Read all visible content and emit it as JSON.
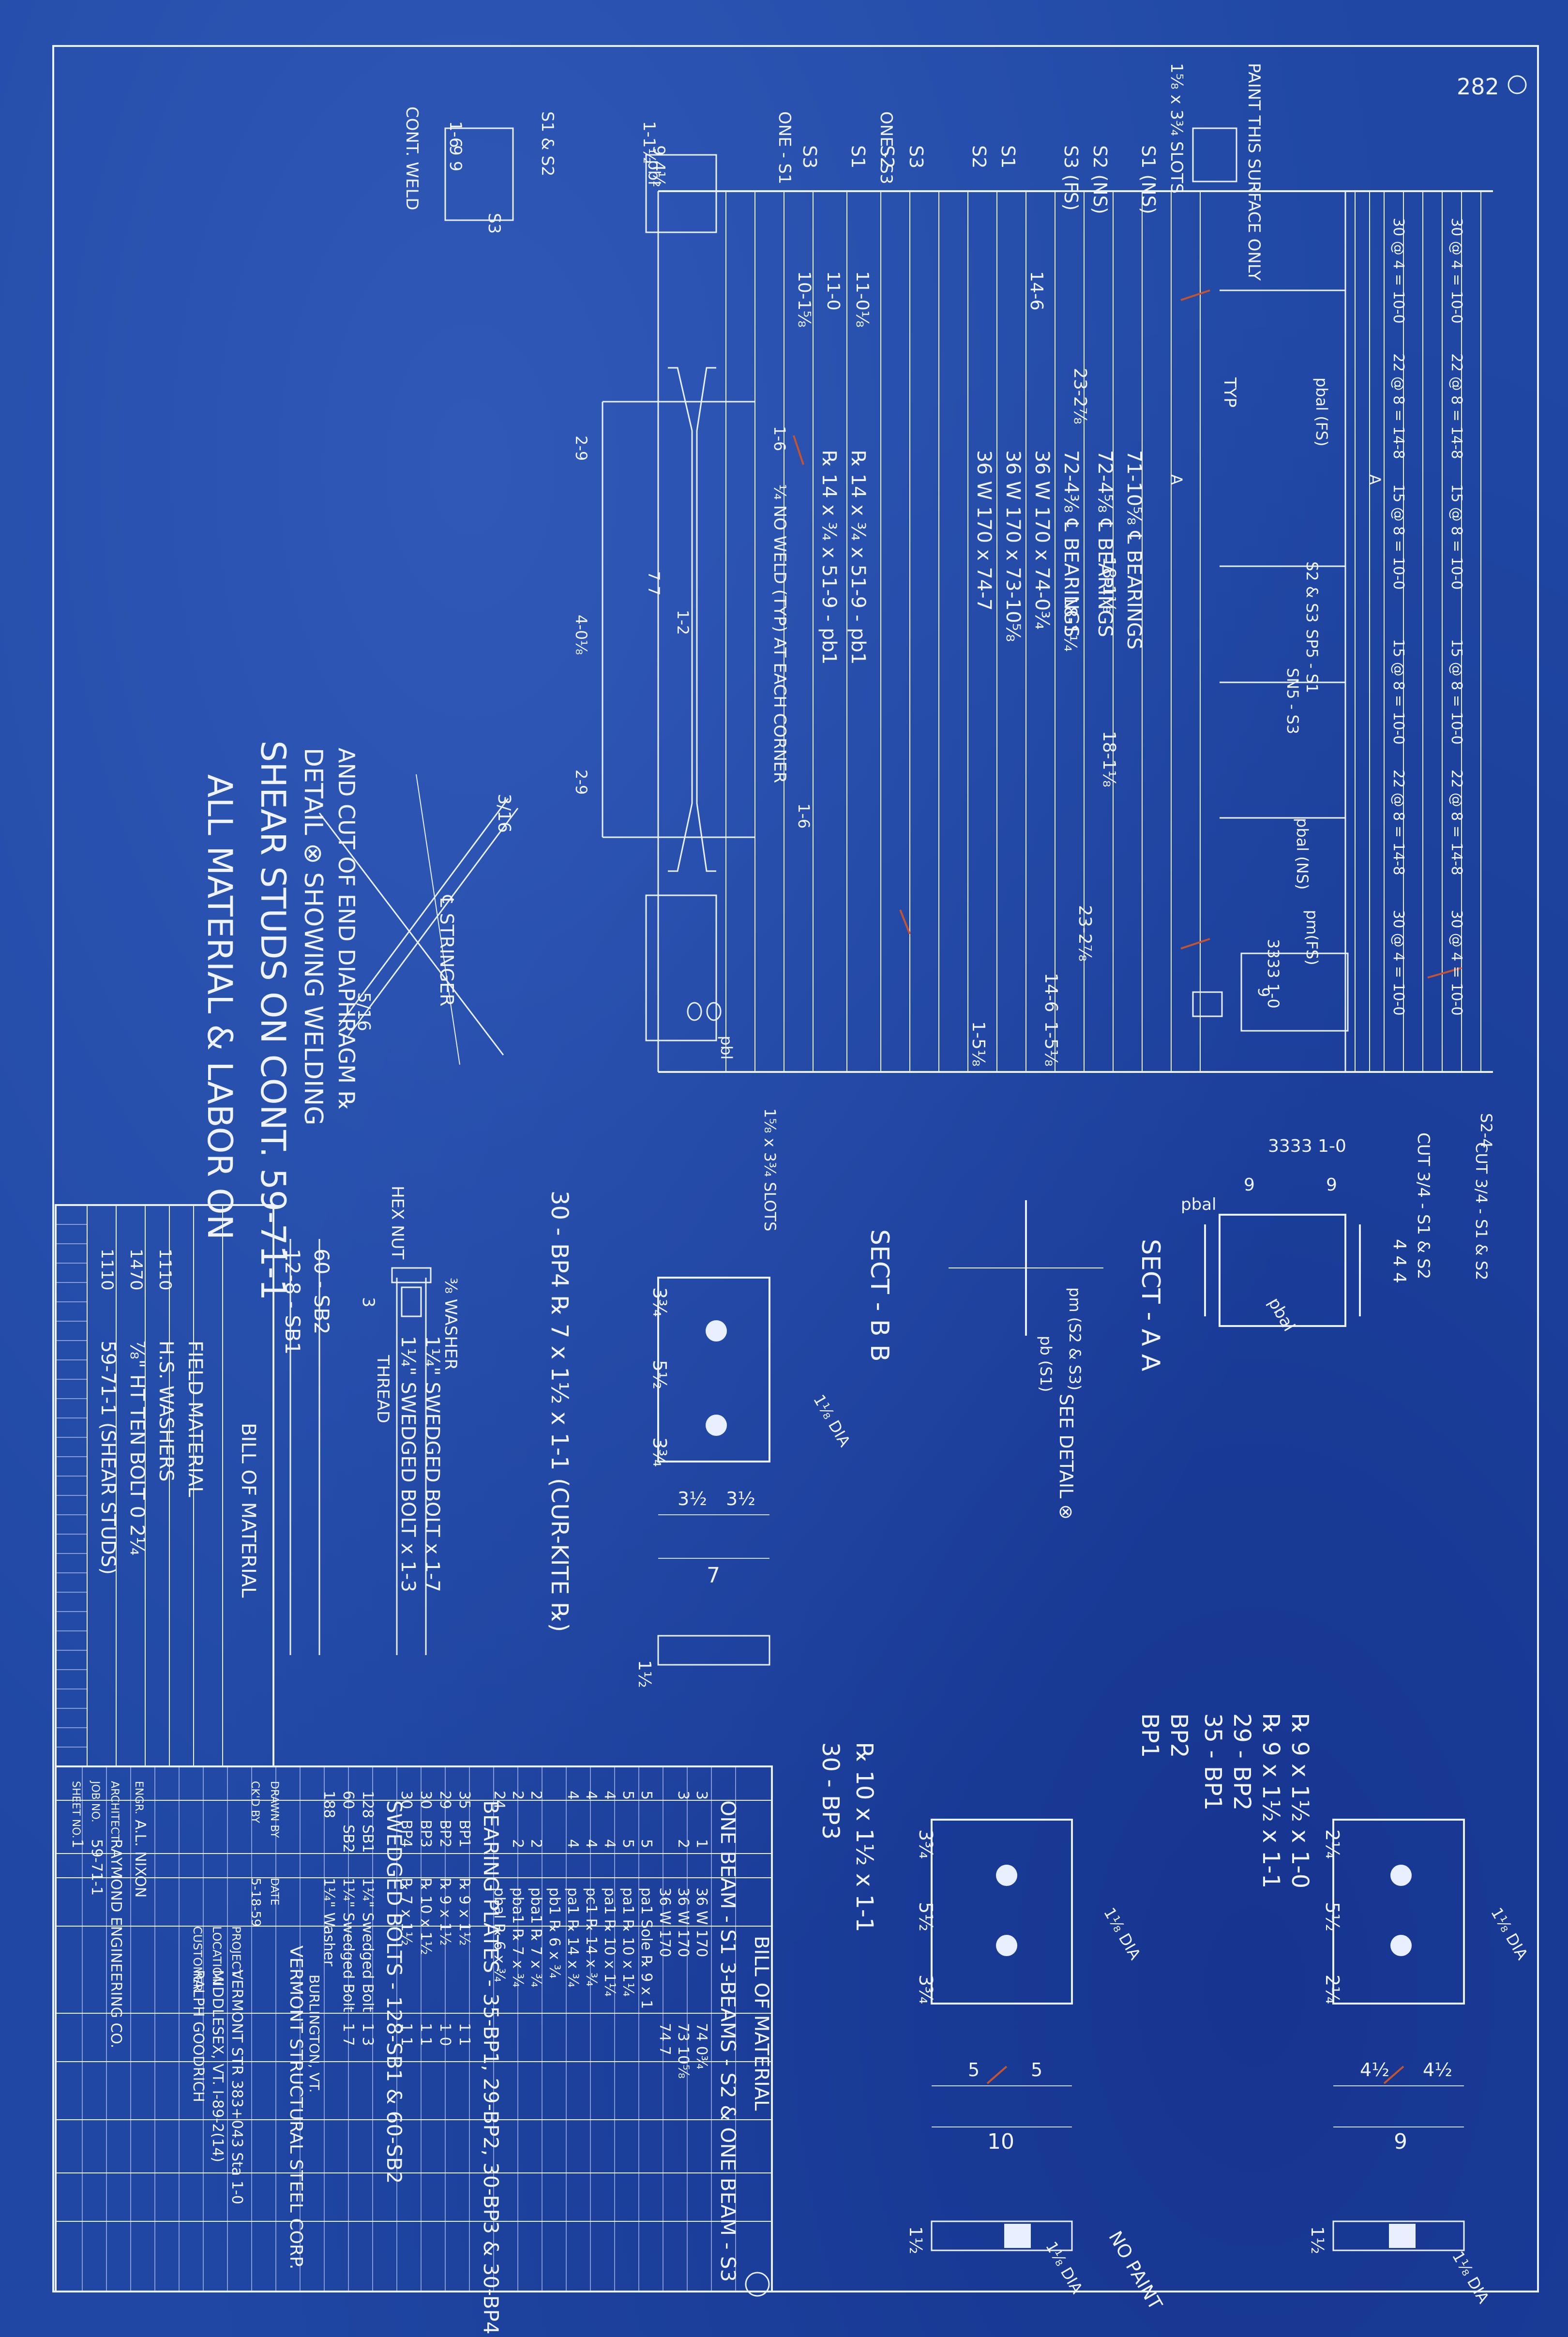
{
  "sheet_number": "282",
  "main_view": {
    "labels": [
      {
        "id": "hdr-1",
        "text": "1-6"
      },
      {
        "id": "hdr-2",
        "text": "9 9"
      },
      {
        "id": "hdr-3",
        "text": "1-1½"
      },
      {
        "id": "hdr-4",
        "text": "9 4½"
      },
      {
        "id": "s3-top",
        "text": "S3"
      },
      {
        "id": "pbl-1",
        "text": "pbl"
      },
      {
        "id": "cont-weld",
        "text": "CONT. WELD"
      },
      {
        "id": "s1s2",
        "text": "S1 & S2"
      },
      {
        "id": "slots-top",
        "text": "1⅝ x 3¾ SLOTS"
      },
      {
        "id": "paint-ext",
        "text": "PAINT THIS SURFACE ONLY"
      },
      {
        "id": "one-s3",
        "text": "ONE - S3"
      },
      {
        "id": "one-s1",
        "text": "ONE - S1"
      },
      {
        "id": "ta",
        "text": "TYP"
      },
      {
        "id": "cut-s1s2",
        "text": "CUT 3/4 - S1 & S2"
      },
      {
        "id": "weld-note",
        "text": "¼ NO WELD (TYP) AT EACH CORNER"
      }
    ],
    "columns": [
      {
        "id": "c1",
        "text": "S3"
      },
      {
        "id": "c2",
        "text": "S1"
      },
      {
        "id": "c3",
        "text": "S2"
      },
      {
        "id": "c4",
        "text": "S3"
      },
      {
        "id": "c5",
        "text": "S2"
      },
      {
        "id": "c6",
        "text": "S1"
      },
      {
        "id": "c7",
        "text": "S3 (FS)"
      },
      {
        "id": "c8",
        "text": "S2 (NS)"
      },
      {
        "id": "c9",
        "text": "S1 (NS)"
      }
    ],
    "members": [
      {
        "id": "m1",
        "text": "36 W 170 x 74-7"
      },
      {
        "id": "m2",
        "text": "36 W 170 x 73-10⅝"
      },
      {
        "id": "m3",
        "text": "36 W 170 x 74-0¾"
      },
      {
        "id": "m4",
        "text": "72-4⅜ ℄ BEARINGS"
      },
      {
        "id": "m5",
        "text": "72-4⅝ ℄ BEARINGS"
      },
      {
        "id": "m6",
        "text": "71-10⅝ ℄ BEARINGS"
      },
      {
        "id": "m7",
        "text": "℞ 14 x ¾ x 51-9 - pb1"
      },
      {
        "id": "m8",
        "text": "℞ 14 x ¾ x 51-9 - pb1"
      }
    ],
    "dims_a": [
      {
        "id": "d1",
        "text": "10-1⅝"
      },
      {
        "id": "d2",
        "text": "11-0"
      },
      {
        "id": "d3",
        "text": "11-0⅛"
      },
      {
        "id": "d4",
        "text": "14-6"
      },
      {
        "id": "d5",
        "text": "23-2⅞"
      },
      {
        "id": "d6",
        "text": "18-1⅛"
      },
      {
        "id": "d7",
        "text": "18-1¼"
      },
      {
        "id": "d8",
        "text": "18-1⅛"
      },
      {
        "id": "d9",
        "text": "23-2⅞"
      },
      {
        "id": "d10",
        "text": "14-6"
      },
      {
        "id": "d11",
        "text": "1-5⅛"
      },
      {
        "id": "d12",
        "text": "1-5⅛"
      }
    ],
    "spacing": [
      {
        "id": "sp1",
        "text": "30 @ 4 = 10-0"
      },
      {
        "id": "sp2",
        "text": "22 @ 8 = 14-8"
      },
      {
        "id": "sp3",
        "text": "15 @ 8 = 10-0"
      },
      {
        "id": "sp4",
        "text": "15 @ 8 = 10-0"
      },
      {
        "id": "sp5",
        "text": "22 @ 8 = 14-8"
      },
      {
        "id": "sp6",
        "text": "30 @ 4 = 10-0"
      }
    ],
    "small": [
      {
        "id": "s-1",
        "text": "2-9"
      },
      {
        "id": "s-2",
        "text": "4-0⅛"
      },
      {
        "id": "s-3",
        "text": "2-9"
      },
      {
        "id": "s-4",
        "text": "7 7"
      },
      {
        "id": "s-5",
        "text": "1-2"
      },
      {
        "id": "s-6",
        "text": "1-6"
      },
      {
        "id": "s-7",
        "text": "1-6"
      },
      {
        "id": "s-8",
        "text": "3333 1-0"
      },
      {
        "id": "s-9",
        "text": "9"
      },
      {
        "id": "s-10",
        "text": "pm(FS)"
      },
      {
        "id": "s-11",
        "text": "pbal (FS)"
      },
      {
        "id": "s-12",
        "text": "pbal (NS)"
      },
      {
        "id": "s-13",
        "text": "SP5 - S1"
      },
      {
        "id": "s-14",
        "text": "SN5 - S3"
      },
      {
        "id": "s-15",
        "text": "S2 & S3"
      },
      {
        "id": "s-16",
        "text": "A"
      },
      {
        "id": "s-17",
        "text": "A"
      },
      {
        "id": "s-18",
        "text": "S2-4"
      },
      {
        "id": "s-19",
        "text": "CUT 3/4 - S1 & S2"
      },
      {
        "id": "s-20",
        "text": "pbl"
      },
      {
        "id": "s-21",
        "text": "1⅝ x 3¾ SLOTS"
      }
    ]
  },
  "detail_x": {
    "line1": "DETAIL ⊗  SHOWING WELDING",
    "line2": "AND CUT OF END DIAPHRAGM ℞",
    "stringer": "℄ STRINGER",
    "weld1": "3/16",
    "weld2": "5/16"
  },
  "notes": {
    "line1": "ALL MATERIAL & LABOR ON",
    "line2": "SHEAR STUDS ON CONT. 59-71-1"
  },
  "bolts": {
    "d1": "12-8 - SB1",
    "d2": "60 - SB2",
    "b1": "1¼\" SWEDGED BOLT x 1-3",
    "b2": "1¼\" SWEDGED BOLT x 1-7",
    "hexnut": "HEX NUT",
    "washer": "⅜ WASHER",
    "thread": "THREAD",
    "three": "3"
  },
  "bp4": {
    "title": "30 - BP4  ℞ 7 x 1½ x 1-1 (CUR-KITE ℞)",
    "d1": "3¾",
    "d2": "5½",
    "d3": "3¾",
    "d4": "3½",
    "d5": "3½",
    "d6": "7",
    "d7": "1½",
    "dia": "1⅛ DIA"
  },
  "sections": {
    "bb": "SECT - B B",
    "aa": "SECT - A A",
    "seedetail": "SEE DETAIL ⊗",
    "pbal1": "pbal",
    "pbal2": "pbal",
    "aa_dims": "3333 1-0",
    "aa_9a": "9",
    "aa_9b": "9",
    "aa_right": "4 4 4",
    "bb_pm": "pm (S2 & S3)",
    "bb_pb": "pb (S1)"
  },
  "bom_top": {
    "title": "BILL OF MATERIAL",
    "rows": [
      {
        "qty": "1110",
        "desc": "59-71-1 (SHEAR STUDS)"
      },
      {
        "qty": "1470",
        "desc": "⅞\" HT TEN BOLT 0 2¼"
      },
      {
        "qty": "1110",
        "desc": "H.S. WASHERS"
      },
      {
        "qty": "",
        "desc": "FIELD MATERIAL"
      }
    ]
  },
  "bom_main": {
    "title": "BILL OF MATERIAL",
    "section1": "ONE BEAM - S1 3-BEAMS - S2 & ONE BEAM - S3",
    "section2": "BEARING PLATES - 35-BP1, 29-BP2, 30-BP3 & 30-BP4",
    "section3": "SWEDGED BOLTS - 128-SB1 & 60-SB2",
    "rows": [
      {
        "qty": "3",
        "mark": "1",
        "desc": "36 W 170",
        "len": "74 0¾"
      },
      {
        "qty": "3",
        "mark": "2",
        "desc": "36 W 170",
        "len": "73 10⅝"
      },
      {
        "qty": "",
        "mark": "",
        "desc": "36 W 170",
        "len": "74 7"
      },
      {
        "qty": "5",
        "mark": "5",
        "desc": "pa1 Sole ℞ 9 x 1",
        "len": ""
      },
      {
        "qty": "5",
        "mark": "5",
        "desc": "pa1 ℞ 10 x 1¼",
        "len": ""
      },
      {
        "qty": "4",
        "mark": "4",
        "desc": "pa1 ℞ 10 x 1¼",
        "len": ""
      },
      {
        "qty": "4",
        "mark": "4",
        "desc": "pc1 ℞ 14 x ¾",
        "len": ""
      },
      {
        "qty": "4",
        "mark": "4",
        "desc": "pa1 ℞ 14 x ¾",
        "len": ""
      },
      {
        "qty": "",
        "mark": "",
        "desc": "pb1 ℞ 6 x ¾",
        "len": ""
      },
      {
        "qty": "2",
        "mark": "2",
        "desc": "pba1 ℞ 7 x ¾",
        "len": ""
      },
      {
        "qty": "2",
        "mark": "2",
        "desc": "pba1 ℞ 7 x ¾",
        "len": ""
      },
      {
        "qty": "24",
        "mark": "",
        "desc": "pbal ℞ 6 x ¾",
        "len": ""
      }
    ],
    "plates": [
      {
        "qty": "35",
        "mark": "BP1",
        "desc": "℞ 9 x 1½",
        "len": "1 1"
      },
      {
        "qty": "29",
        "mark": "BP2",
        "desc": "℞ 9 x 1½",
        "len": "1 0"
      },
      {
        "qty": "30",
        "mark": "BP3",
        "desc": "℞ 10 x 1½",
        "len": "1 1"
      },
      {
        "qty": "30",
        "mark": "BP4",
        "desc": "℞ 7 x 1½",
        "len": "1 1"
      }
    ],
    "bolts": [
      {
        "qty": "128",
        "mark": "SB1",
        "desc": "1¼\" Swedged Bolt",
        "len": "1 3"
      },
      {
        "qty": "60",
        "mark": "SB2",
        "desc": "1¼\" Swedged Bolt",
        "len": "1 7"
      },
      {
        "qty": "188",
        "mark": "",
        "desc": "1¼\" Washer",
        "len": ""
      }
    ],
    "company": "VERMONT STRUCTURAL STEEL CORP.",
    "city": "BURLINGTON, VT.",
    "project_label": "PROJECT",
    "project": "VERMONT STR 383+043 Sta 1-0",
    "location_label": "LOCATION",
    "location": "MIDDLESEX, VT.  I-89-2(14)",
    "customer_label": "CUSTOMER",
    "customer": "RALPH GOODRICH",
    "drawn": "DRAWN BY",
    "checked": "CK'D BY",
    "date": "DATE",
    "engr": "ENGR.",
    "engr_val": "A.L. NIXON",
    "date_val": "5-18-59",
    "architect_label": "ARCHITECT",
    "architect": "RAYMOND ENGINEERING CO.",
    "job": "JOB NO.",
    "job_val": "59-71-1",
    "sheet": "SHEET NO.",
    "sheet_val": "1"
  },
  "bp3": {
    "title1": "30 - BP3",
    "title2": "℞ 10 x 1½ x 1-1",
    "d1": "3¾",
    "d2": "5½",
    "d3": "3¾",
    "d4": "5",
    "d5": "5",
    "d6": "10",
    "d7": "1½",
    "dia": "1⅛ DIA",
    "nopaint": "NO PAINT",
    "dia2": "1⅛ DIA"
  },
  "bp12": {
    "t1": "BP1",
    "t2": "BP2",
    "t3": "35 - BP1",
    "t4": "29 - BP2",
    "t5": "℞ 9 x 1½ x 1-1",
    "t6": "℞ 9 x 1½ x 1-0",
    "d1": "2¼",
    "d2": "5½",
    "d3": "2¼",
    "d4": "4½",
    "d5": "4½",
    "d6": "9",
    "d7": "1½",
    "dia": "1⅛ DIA",
    "dia2": "1⅛ DIA"
  }
}
